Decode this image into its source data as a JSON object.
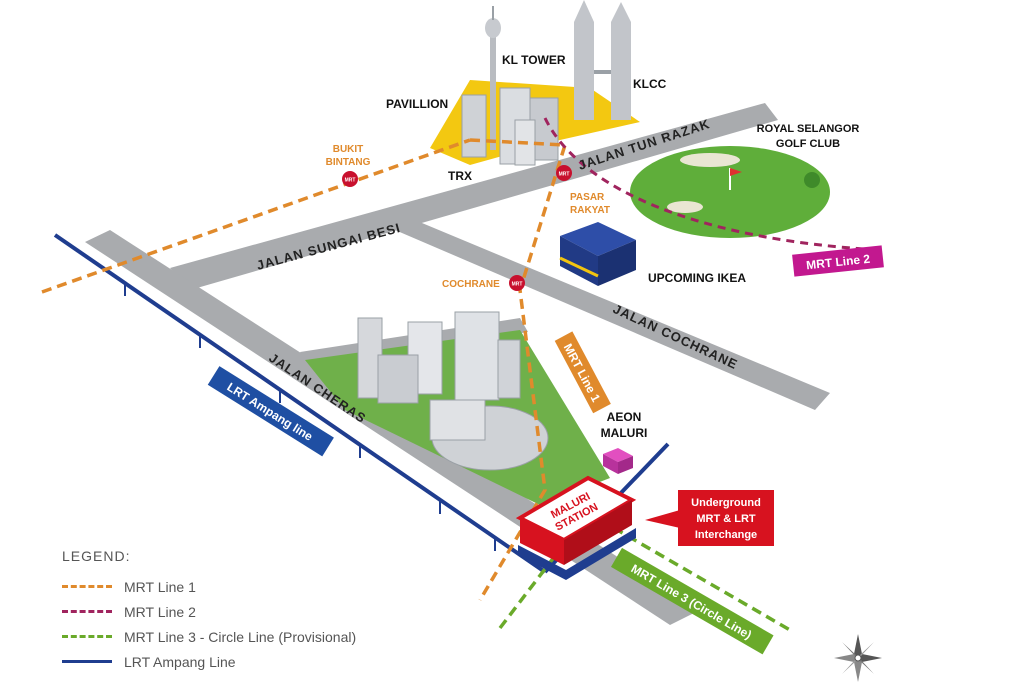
{
  "roads": {
    "jalan_sungai_besi": "JALAN SUNGAI BESI",
    "jalan_tun_razak": "JALAN TUN RAZAK",
    "jalan_cochrane": "JALAN COCHRANE",
    "jalan_cheras": "JALAN CHERAS"
  },
  "landmarks": {
    "kl_tower": "KL TOWER",
    "klcc": "KLCC",
    "pavillion": "PAVILLION",
    "trx": "TRX",
    "golf_line1": "ROYAL SELANGOR",
    "golf_line2": "GOLF CLUB",
    "ikea": "UPCOMING IKEA",
    "aeon_line1": "AEON",
    "aeon_line2": "MALURI"
  },
  "stations": {
    "bukit_bintang_line1": "BUKIT",
    "bukit_bintang_line2": "BINTANG",
    "pasar_rakyat_line1": "PASAR",
    "pasar_rakyat_line2": "RAKYAT",
    "cochrane": "COCHRANE",
    "maluri_line1": "MALURI",
    "maluri_line2": "STATION",
    "mrt_badge": "MRT"
  },
  "line_tags": {
    "mrt_line_1": "MRT Line 1",
    "mrt_line_2": "MRT Line 2",
    "mrt_line_3": "MRT Line 3 (Circle Line)",
    "lrt_ampang": "LRT Ampang line"
  },
  "callout": {
    "line1": "Underground",
    "line2": "MRT & LRT",
    "line3": "Interchange"
  },
  "legend": {
    "title": "LEGEND:",
    "items": [
      {
        "label": "MRT Line 1",
        "color": "#e08a2c",
        "style": "dashed"
      },
      {
        "label": "MRT Line 2",
        "color": "#a0245e",
        "style": "dashed"
      },
      {
        "label": "MRT Line 3 - Circle Line (Provisional)",
        "color": "#6aaa2a",
        "style": "dashed"
      },
      {
        "label": "LRT Ampang Line",
        "color": "#1f3d8f",
        "style": "solid"
      }
    ]
  },
  "colors": {
    "mrt1": "#e08a2c",
    "mrt2": "#a0245e",
    "mrt3": "#6aaa2a",
    "lrt": "#1f3d8f",
    "mrt2_tag": "#c2188f",
    "callout": "#d7121f",
    "road": "#a9abae"
  },
  "icons": {
    "compass": "compass-rose-icon"
  }
}
